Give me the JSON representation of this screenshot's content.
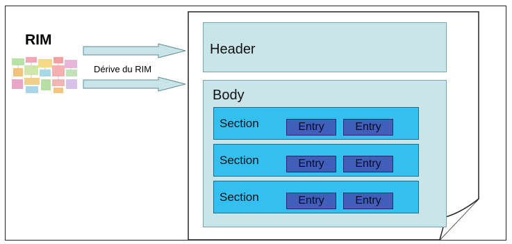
{
  "rim": {
    "title": "RIM",
    "derive_label": "Dérive du RIM"
  },
  "document": {
    "header_label": "Header",
    "body_label": "Body",
    "sections": [
      {
        "label": "Section",
        "entries": [
          "Entry",
          "Entry"
        ]
      },
      {
        "label": "Section",
        "entries": [
          "Entry",
          "Entry"
        ]
      },
      {
        "label": "Section",
        "entries": [
          "Entry",
          "Entry"
        ]
      }
    ]
  }
}
